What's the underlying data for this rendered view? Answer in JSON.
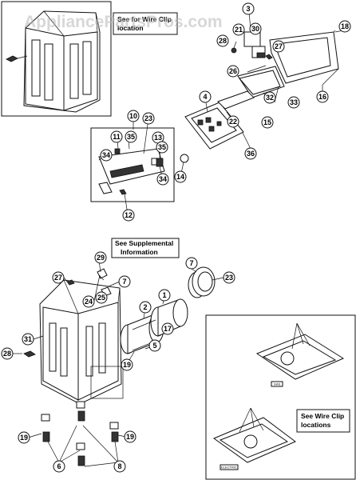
{
  "watermark": "AppliancePartsPros.com",
  "notes": {
    "wire_clip_top_1": "See for Wire Clip",
    "wire_clip_top_2": "location",
    "supplemental_1": "See Supplemental",
    "supplemental_2": "Information",
    "wire_clip_bottom_1": "See Wire Clip",
    "wire_clip_bottom_2": "locations",
    "base_tag_gas": "GAS",
    "base_tag_electric": "ELECTRIC"
  },
  "callouts": [
    {
      "id": "c3",
      "text": "3"
    },
    {
      "id": "c18",
      "text": "18"
    },
    {
      "id": "c28a",
      "text": "28"
    },
    {
      "id": "c21",
      "text": "21"
    },
    {
      "id": "c30",
      "text": "30"
    },
    {
      "id": "c27a",
      "text": "27"
    },
    {
      "id": "c26",
      "text": "26"
    },
    {
      "id": "c16",
      "text": "16"
    },
    {
      "id": "c4",
      "text": "4"
    },
    {
      "id": "c32",
      "text": "32"
    },
    {
      "id": "c33",
      "text": "33"
    },
    {
      "id": "c22",
      "text": "22"
    },
    {
      "id": "c15",
      "text": "15"
    },
    {
      "id": "c36",
      "text": "36"
    },
    {
      "id": "c10",
      "text": "10"
    },
    {
      "id": "c23a",
      "text": "23"
    },
    {
      "id": "c11",
      "text": "11"
    },
    {
      "id": "c35a",
      "text": "35"
    },
    {
      "id": "c13",
      "text": "13"
    },
    {
      "id": "c35b",
      "text": "35"
    },
    {
      "id": "c34a",
      "text": "34"
    },
    {
      "id": "c34b",
      "text": "34"
    },
    {
      "id": "c14",
      "text": "14"
    },
    {
      "id": "c12",
      "text": "12"
    },
    {
      "id": "c29",
      "text": "29"
    },
    {
      "id": "c7a",
      "text": "7"
    },
    {
      "id": "c7b",
      "text": "7"
    },
    {
      "id": "c23b",
      "text": "23"
    },
    {
      "id": "c27b",
      "text": "27"
    },
    {
      "id": "c25",
      "text": "25"
    },
    {
      "id": "c24",
      "text": "24"
    },
    {
      "id": "c2",
      "text": "2"
    },
    {
      "id": "c1",
      "text": "1"
    },
    {
      "id": "c31",
      "text": "31"
    },
    {
      "id": "c17",
      "text": "17"
    },
    {
      "id": "c28b",
      "text": "28"
    },
    {
      "id": "c5",
      "text": "5"
    },
    {
      "id": "c19a",
      "text": "19"
    },
    {
      "id": "c19b",
      "text": "19"
    },
    {
      "id": "c19c",
      "text": "19"
    },
    {
      "id": "c6",
      "text": "6"
    },
    {
      "id": "c8",
      "text": "8"
    }
  ]
}
